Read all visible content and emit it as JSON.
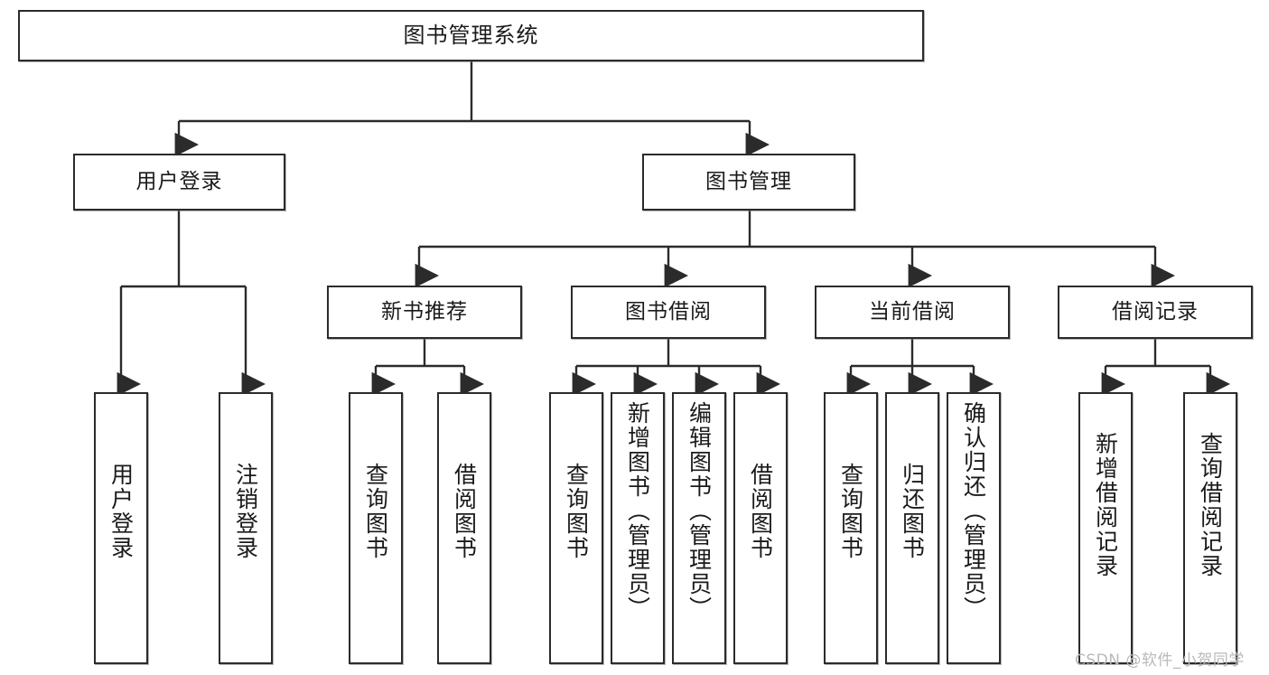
{
  "diagram": {
    "title": "图书管理系统",
    "type": "functional-structure-tree",
    "watermark": "CSDN @软件_小贺同学",
    "colors": {
      "box_border": "#2b2b2b",
      "box_fill": "#ffffff",
      "connector": "#2b2b2b",
      "watermark": "#b9b9b9",
      "page_background": "#ffffff"
    },
    "nodes": {
      "root": {
        "label": "图书管理系统"
      },
      "level2": [
        {
          "id": "user-login",
          "label": "用户登录"
        },
        {
          "id": "book-management",
          "label": "图书管理"
        }
      ],
      "level3": [
        {
          "id": "new-book-recommend",
          "label": "新书推荐"
        },
        {
          "id": "book-borrow",
          "label": "图书借阅"
        },
        {
          "id": "current-borrow",
          "label": "当前借阅"
        },
        {
          "id": "borrow-record",
          "label": "借阅记录"
        }
      ],
      "leaves": {
        "user-login": [
          {
            "id": "leaf-user-login",
            "label": "用户登录"
          },
          {
            "id": "leaf-logout-login",
            "label": "注销登录"
          }
        ],
        "new-book-recommend": [
          {
            "id": "leaf-query-book-1",
            "label": "查询图书"
          },
          {
            "id": "leaf-borrow-book-1",
            "label": "借阅图书"
          }
        ],
        "book-borrow": [
          {
            "id": "leaf-query-book-2",
            "label": "查询图书"
          },
          {
            "id": "leaf-add-book",
            "label": "新增图书（管理员）"
          },
          {
            "id": "leaf-edit-book",
            "label": "编辑图书（管理员）"
          },
          {
            "id": "leaf-borrow-book-2",
            "label": "借阅图书"
          }
        ],
        "current-borrow": [
          {
            "id": "leaf-query-book-3",
            "label": "查询图书"
          },
          {
            "id": "leaf-return-book",
            "label": "归还图书"
          },
          {
            "id": "leaf-confirm-return",
            "label": "确认归还（管理员）"
          }
        ],
        "borrow-record": [
          {
            "id": "leaf-add-record",
            "label": "新增借阅记录"
          },
          {
            "id": "leaf-query-record",
            "label": "查询借阅记录"
          }
        ]
      }
    }
  }
}
